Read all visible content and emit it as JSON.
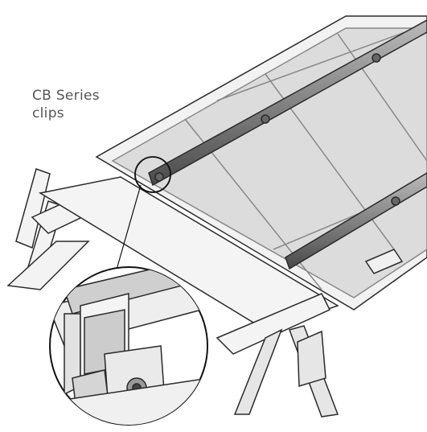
{
  "label": {
    "line1": "CB Series",
    "line2": "clips"
  },
  "colors": {
    "background": "#ffffff",
    "outline": "#2a2a2a",
    "panel_fill": "#dcdcdc",
    "frame_fill": "#f2f2f2",
    "rail_dark": "#3a3a3a",
    "rail_light": "#9a9a9a",
    "text": "#555555"
  },
  "icons": {
    "callout_marker": "circle-highlight",
    "detail_view": "magnified-clip-inset"
  }
}
